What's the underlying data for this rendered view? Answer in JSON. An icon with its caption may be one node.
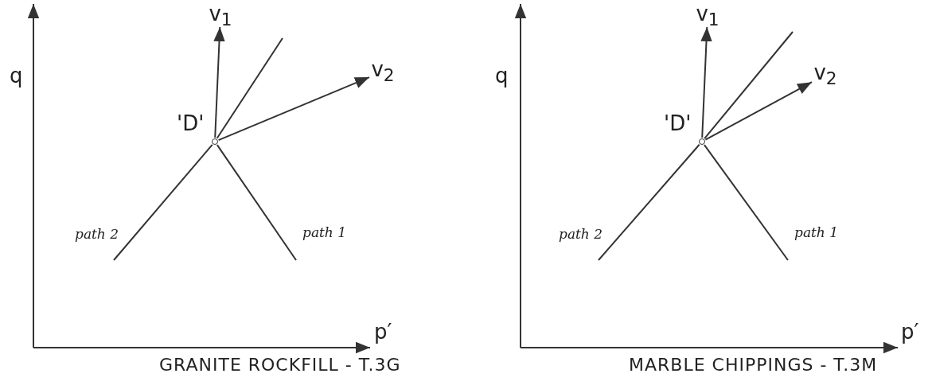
{
  "diagram": {
    "nodes": [
      {
        "text": [],
        "shape": "circle",
        "beside": [
          "'D'"
        ]
      },
      {
        "text": [
          "v$_{1}$"
        ]
      },
      {
        "text": [
          "v$_{2}$"
        ]
      },
      {
        "text": [],
        "shape": "circle",
        "beside": [
          "'D'"
        ]
      },
      {
        "text": [
          "v$_{1}$"
        ]
      },
      {
        "text": [
          "v$_{2}$"
        ]
      }
    ],
    "edges": [
      {
        "from": null,
        "to": 0,
        "arrow": "none",
        "label": "path 2"
      },
      {
        "from": null,
        "to": 0,
        "arrow": "none",
        "label": "path 1"
      },
      {
        "from": 0,
        "to": 1,
        "arrow": "to"
      },
      {
        "from": 0,
        "to": null,
        "arrow": "none"
      },
      {
        "from": 0,
        "to": 2,
        "arrow": "to"
      },
      {
        "from": null,
        "to": 3,
        "arrow": "none",
        "label": "path 2"
      },
      {
        "from": null,
        "to": 3,
        "arrow": "none",
        "label": "path 1"
      },
      {
        "from": 3,
        "to": 4,
        "arrow": "to"
      },
      {
        "from": 3,
        "to": null,
        "arrow": "none"
      },
      {
        "from": 3,
        "to": 5,
        "arrow": "to"
      }
    ],
    "labels": [
      "q",
      "p′",
      "GRANITE ROCKFILL - T.3G",
      "q",
      "p′",
      "MARBLE CHIPPINGS - T.3M"
    ]
  }
}
